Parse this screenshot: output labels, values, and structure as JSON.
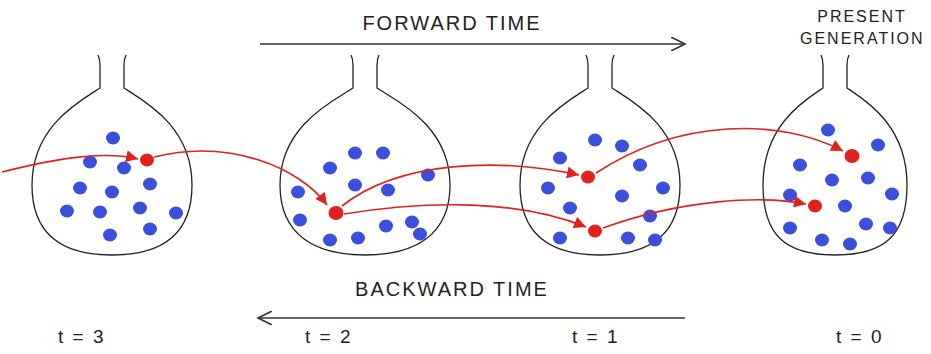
{
  "diagram": {
    "labels": [
      "FORWARD TIME",
      "PRESENT GENERATION",
      "BACKWARD TIME",
      "t = 3",
      "t = 2",
      "t = 1",
      "t = 0"
    ]
  }
}
